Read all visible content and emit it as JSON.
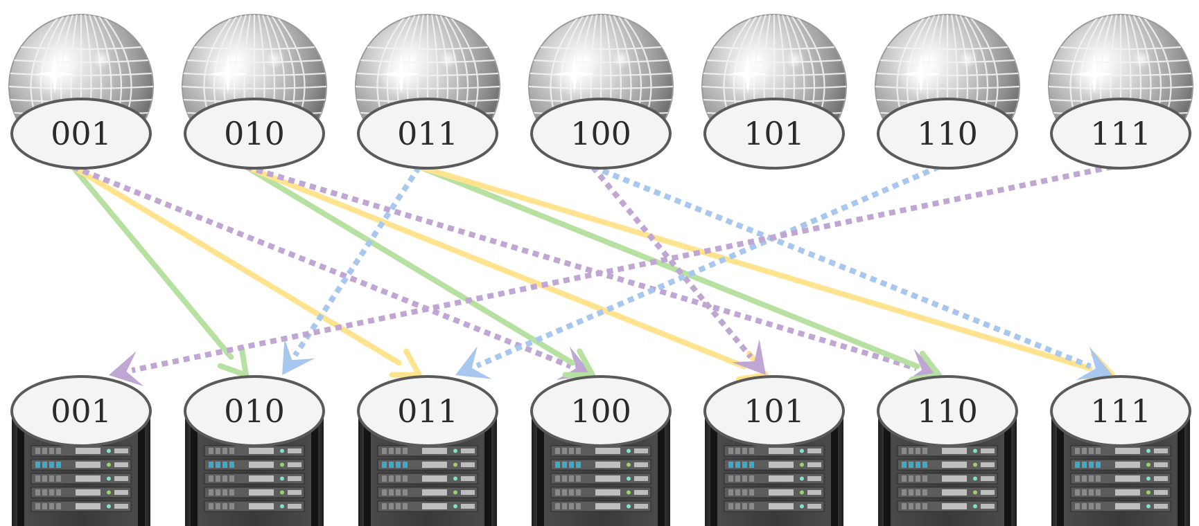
{
  "colors": {
    "background": "#ffffff",
    "green": "#b7e1a1",
    "yellow": "#ffe38f",
    "purple": "#bfa6d3",
    "blue": "#a8c7ee",
    "ellipse_fill": "#f4f4f4",
    "ellipse_stroke": "#5a5a5a",
    "label_text": "#2b2b2b"
  },
  "icons": {
    "top_nodes": "disco-ball-icon",
    "bottom_nodes": "server-rack-icon"
  },
  "top_nodes": [
    {
      "label": "001"
    },
    {
      "label": "010"
    },
    {
      "label": "011"
    },
    {
      "label": "100"
    },
    {
      "label": "101"
    },
    {
      "label": "110"
    },
    {
      "label": "111"
    }
  ],
  "bottom_nodes": [
    {
      "label": "001"
    },
    {
      "label": "010"
    },
    {
      "label": "011"
    },
    {
      "label": "100"
    },
    {
      "label": "101"
    },
    {
      "label": "110"
    },
    {
      "label": "111"
    }
  ],
  "edges": [
    {
      "from": "001",
      "to": "010",
      "color": "green",
      "style": "solid"
    },
    {
      "from": "001",
      "to": "011",
      "color": "yellow",
      "style": "solid"
    },
    {
      "from": "001",
      "to": "100",
      "color": "purple",
      "style": "dotted"
    },
    {
      "from": "010",
      "to": "100",
      "color": "green",
      "style": "solid"
    },
    {
      "from": "010",
      "to": "101",
      "color": "yellow",
      "style": "solid"
    },
    {
      "from": "010",
      "to": "110",
      "color": "purple",
      "style": "dotted"
    },
    {
      "from": "011",
      "to": "010",
      "color": "blue",
      "style": "dotted"
    },
    {
      "from": "011",
      "to": "110",
      "color": "green",
      "style": "solid"
    },
    {
      "from": "011",
      "to": "111",
      "color": "yellow",
      "style": "solid"
    },
    {
      "from": "100",
      "to": "101",
      "color": "purple",
      "style": "dotted"
    },
    {
      "from": "100",
      "to": "111",
      "color": "blue",
      "style": "dotted"
    },
    {
      "from": "110",
      "to": "011",
      "color": "blue",
      "style": "dotted"
    },
    {
      "from": "111",
      "to": "001",
      "color": "purple",
      "style": "dotted"
    }
  ]
}
